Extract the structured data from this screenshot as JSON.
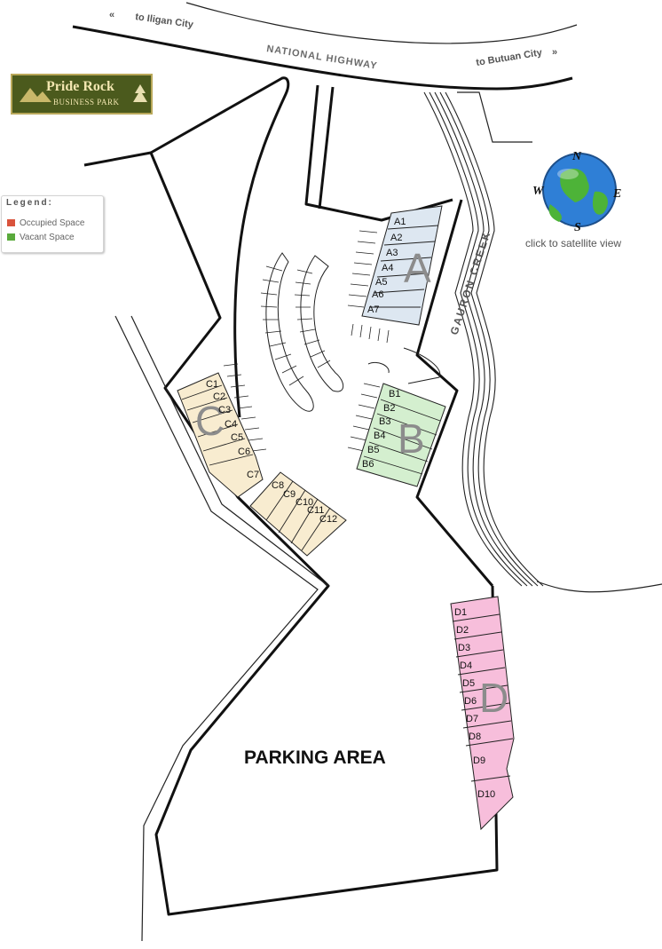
{
  "roads": {
    "west_direction": "to Iligan City",
    "highway": "NATIONAL HIGHWAY",
    "east_direction": "to Butuan City"
  },
  "creek_name": "GAURON CREEK",
  "logo": {
    "title": "Pride Rock",
    "subtitle": "BUSINESS PARK"
  },
  "legend": {
    "title": "Legend:",
    "occupied": "Occupied Space",
    "vacant": "Vacant Space",
    "occupied_color": "#d9533c",
    "vacant_color": "#5aaa3c"
  },
  "globe": {
    "n": "N",
    "s": "S",
    "e": "E",
    "w": "W",
    "link": "click to satellite view"
  },
  "parking_area": "PARKING AREA",
  "blocks": {
    "a": {
      "letter": "A",
      "color": "#dde7f1",
      "lots": [
        "A1",
        "A2",
        "A3",
        "A4",
        "A5",
        "A6",
        "A7"
      ]
    },
    "b": {
      "letter": "B",
      "color": "#d4efcf",
      "lots": [
        "B1",
        "B2",
        "B3",
        "B4",
        "B5",
        "B6"
      ]
    },
    "c": {
      "letter": "C",
      "color": "#f8ecd0",
      "lots": [
        "C1",
        "C2",
        "C3",
        "C4",
        "C5",
        "C6",
        "C7",
        "C8",
        "C9",
        "C10",
        "C11",
        "C12"
      ]
    },
    "d": {
      "letter": "D",
      "color": "#f7bedb",
      "lots": [
        "D1",
        "D2",
        "D3",
        "D4",
        "D5",
        "D6",
        "D7",
        "D8",
        "D9",
        "D10"
      ]
    }
  }
}
